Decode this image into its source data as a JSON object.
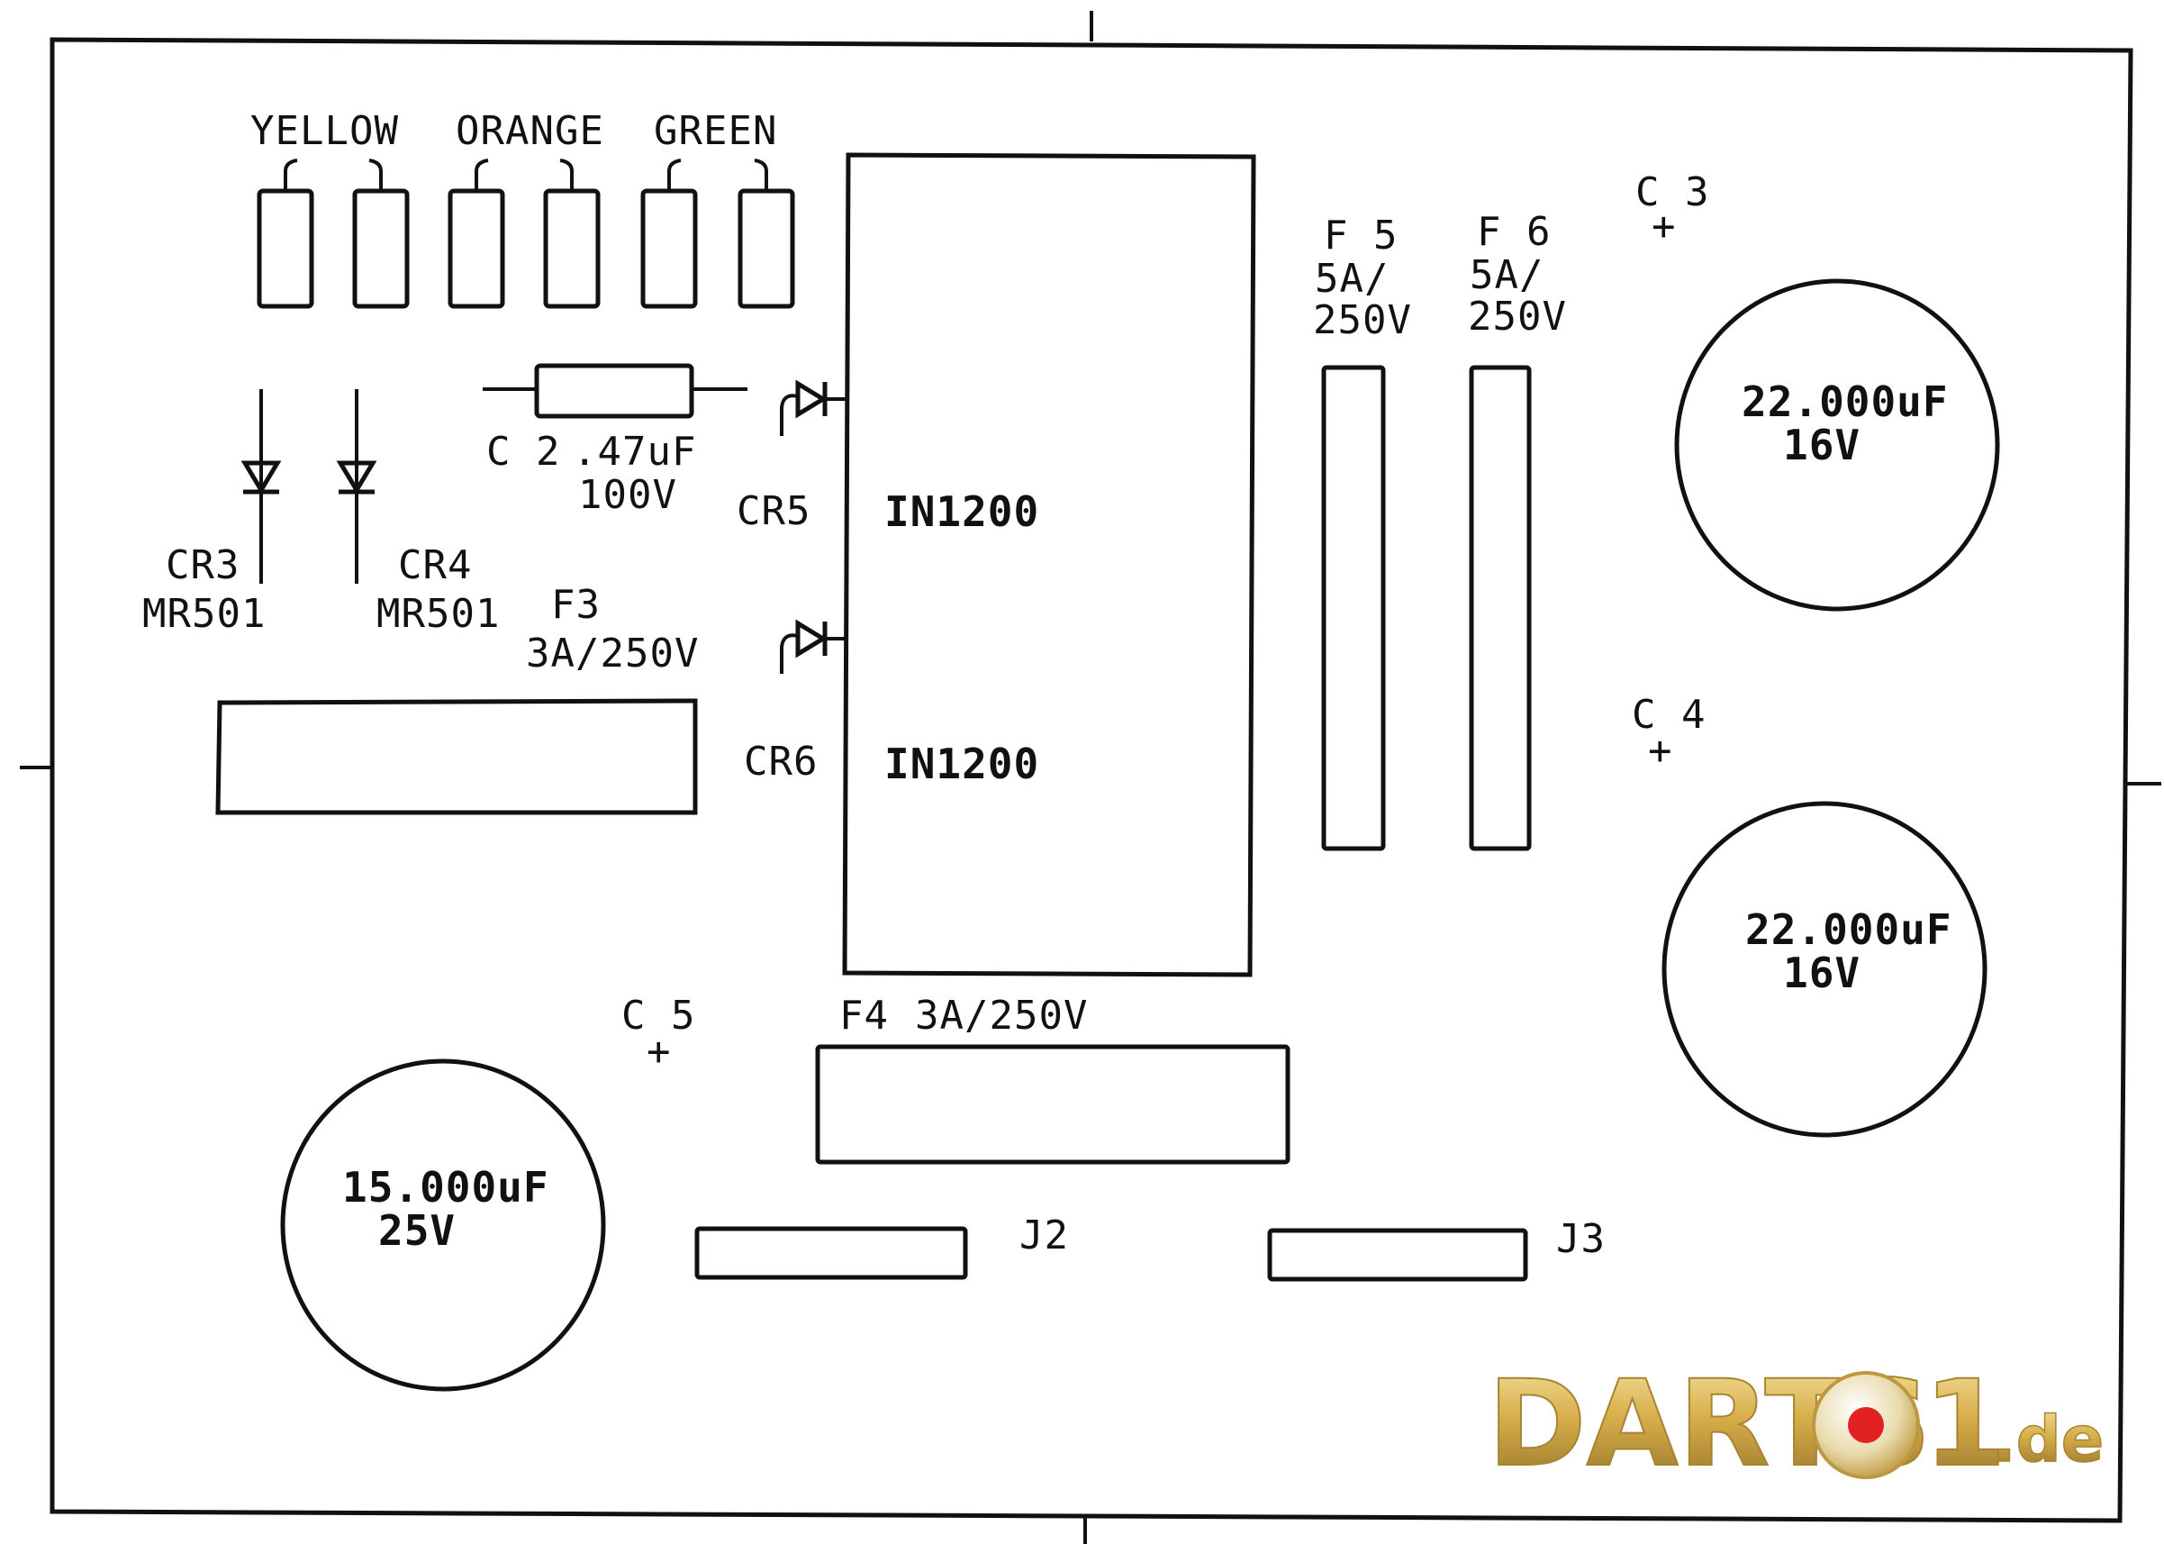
{
  "wires": {
    "yellow": "YELLOW",
    "orange": "ORANGE",
    "green": "GREEN"
  },
  "c2": {
    "ref": "C 2",
    "value": ".47uF",
    "voltage": "100V"
  },
  "cr3": {
    "ref": "CR3",
    "part": "MR501"
  },
  "cr4": {
    "ref": "CR4",
    "part": "MR501"
  },
  "cr5": {
    "ref": "CR5",
    "part": "IN1200"
  },
  "cr6": {
    "ref": "CR6",
    "part": "IN1200"
  },
  "f3": {
    "ref": "F3",
    "rating": "3A/250V"
  },
  "f4": {
    "ref": "F4",
    "rating": "3A/250V"
  },
  "f5": {
    "ref": "F 5",
    "rating_a": "5A/",
    "rating_v": "250V"
  },
  "f6": {
    "ref": "F 6",
    "rating_a": "5A/",
    "rating_v": "250V"
  },
  "c3": {
    "ref": "C 3",
    "value": "22.000uF",
    "voltage": "16V"
  },
  "c4": {
    "ref": "C 4",
    "value": "22.000uF",
    "voltage": "16V"
  },
  "c5": {
    "ref": "C 5",
    "value": "15.000uF",
    "voltage": "25V"
  },
  "connectors": {
    "j2": "J2",
    "j3": "J3"
  },
  "watermark": {
    "text": "DARTS",
    "one": "1",
    "suffix": ".de",
    "gold": "#d4a83a",
    "dot_red": "#e01010"
  },
  "colors": {
    "ink": "#111111",
    "background": "#ffffff"
  }
}
